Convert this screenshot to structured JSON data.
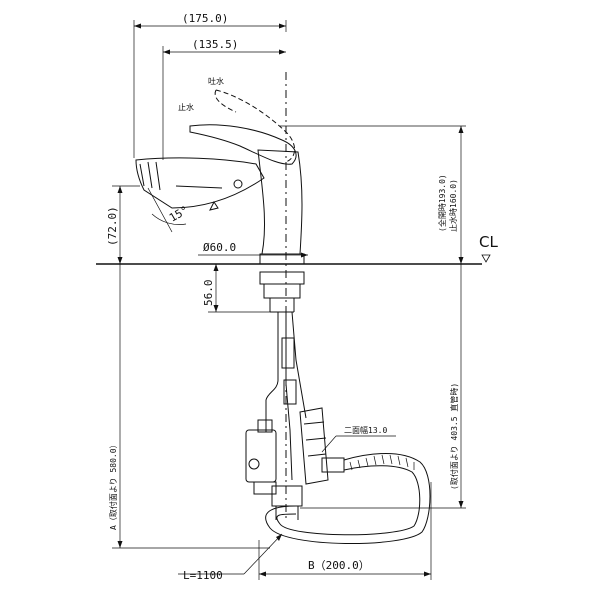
{
  "dimensions": {
    "width_overall": "(175.0)",
    "reach": "(135.5)",
    "spout_height": "(72.0)",
    "angle": "15°",
    "base_diameter": "Ø60.0",
    "shank_depth": "56.0",
    "height_open": "(全開時193.0)",
    "height_closed": "止水時160.0)",
    "pipe_length_note": "(取付面より 403.5 直管時)",
    "hose_length_a": "A（取付面より 580.0）",
    "flat_width": "二面幅13.0",
    "hose_length_l": "L=1100",
    "offset_b": "B（200.0）"
  },
  "labels": {
    "discharge": "吐水",
    "stop": "止水",
    "centerline": "CL"
  }
}
